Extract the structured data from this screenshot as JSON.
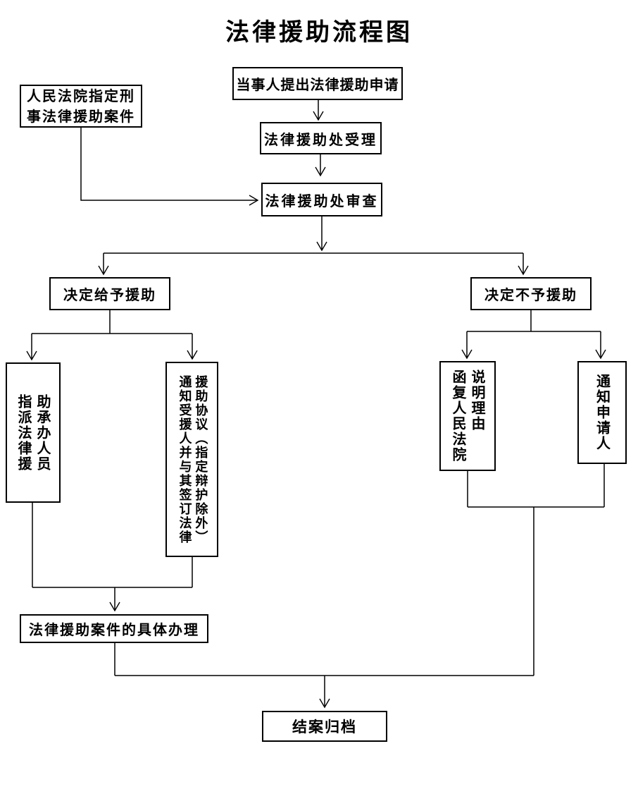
{
  "title": "法律援助流程图",
  "colors": {
    "line": "#000000",
    "background": "#ffffff",
    "text": "#000000"
  },
  "nodes": {
    "application": {
      "label": "当事人提出法律援助申请"
    },
    "court_case": {
      "lines": [
        "人民法院指定刑",
        "事法律援助案件"
      ]
    },
    "accept": {
      "label": "法律援助处受理"
    },
    "review": {
      "label": "法律援助处审查"
    },
    "grant": {
      "label": "决定给予援助"
    },
    "deny": {
      "label": "决定不予援助"
    },
    "assign": {
      "columns": [
        "指派法律援",
        "助承办人员"
      ]
    },
    "notify_sign": {
      "columns": [
        "通知受援人并与其签订法律",
        "援助协议（指定辩护除外）"
      ]
    },
    "reply_court": {
      "columns": [
        "函复人民法院",
        "说明理由"
      ]
    },
    "notify_applicant": {
      "columns": [
        "通知申请人"
      ]
    },
    "handling": {
      "label": "法律援助案件的具体办理"
    },
    "archive": {
      "label": "结案归档"
    }
  }
}
